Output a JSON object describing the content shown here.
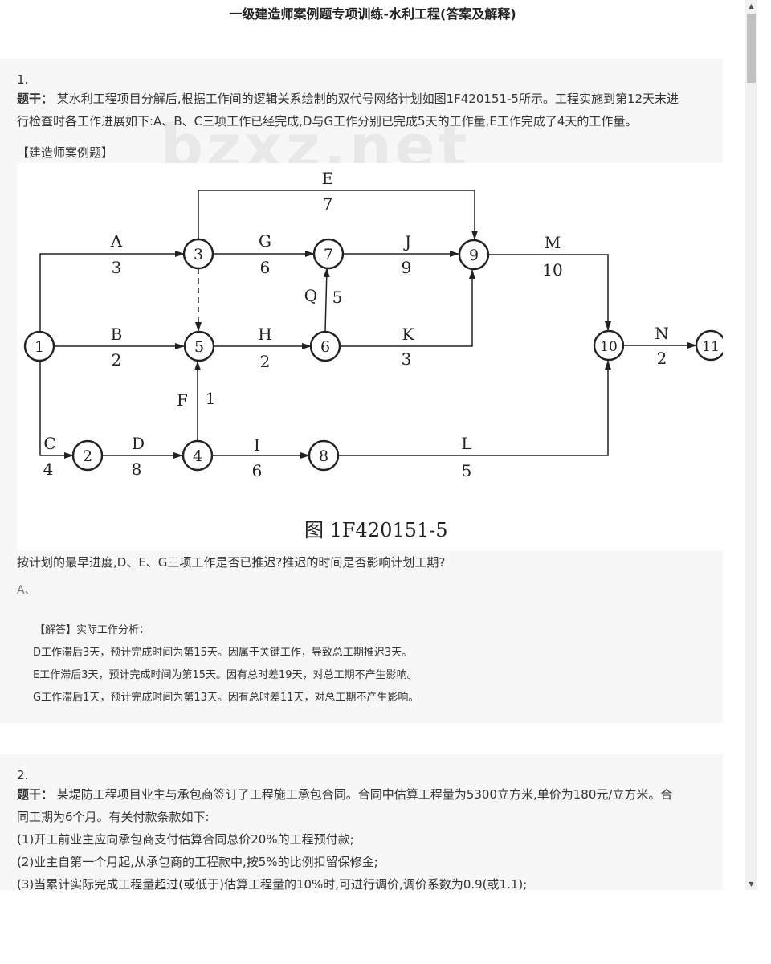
{
  "page": {
    "title": "一级建造师案例题专项训练-水利工程(答案及解释)",
    "watermark": "bzxz.net"
  },
  "q1": {
    "number": "1.",
    "stem_label": "题干：",
    "stem_line1": "某水利工程项目分解后,根据工作间的逻辑关系绘制的双代号网络计划如图1F420151-5所示。工程实施到第12天末进",
    "stem_line2": "行检查时各工作进展如下:A、B、C三项工作已经完成,D与G工作分别已完成5天的工作量,E工作完成了4天的工作量。",
    "source": "【建造师案例题】",
    "figure": {
      "caption": "图 1F420151-5",
      "nodes": [
        "1",
        "2",
        "3",
        "4",
        "5",
        "6",
        "7",
        "8",
        "9",
        "10",
        "11"
      ],
      "activities": [
        {
          "name": "A",
          "duration": "3"
        },
        {
          "name": "B",
          "duration": "2"
        },
        {
          "name": "C",
          "duration": "4"
        },
        {
          "name": "D",
          "duration": "8"
        },
        {
          "name": "E",
          "duration": "7"
        },
        {
          "name": "F",
          "duration": "1"
        },
        {
          "name": "G",
          "duration": "6"
        },
        {
          "name": "H",
          "duration": "2"
        },
        {
          "name": "I",
          "duration": "6"
        },
        {
          "name": "J",
          "duration": "9"
        },
        {
          "name": "K",
          "duration": "3"
        },
        {
          "name": "L",
          "duration": "5"
        },
        {
          "name": "M",
          "duration": "10"
        },
        {
          "name": "N",
          "duration": "2"
        },
        {
          "name": "Q",
          "duration": "5"
        }
      ]
    },
    "question": "按计划的最早进度,D、E、G三项工作是否已推迟?推迟的时间是否影响计划工期?",
    "option": "A、",
    "answer_lines": [
      "【解答】实际工作分析：",
      "D工作滞后3天，预计完成时间为第15天。因属于关键工作，导致总工期推迟3天。",
      "E工作滞后3天，预计完成时间为第15天。因有总时差19天，对总工期不产生影响。",
      "G工作滞后1天，预计完成时间为第13天。因有总时差11天，对总工期不产生影响。"
    ]
  },
  "q2": {
    "number": "2.",
    "stem_label": "题干：",
    "stem_line1": "某堤防工程项目业主与承包商签订了工程施工承包合同。合同中估算工程量为5300立方米,单价为180元/立方米。合",
    "stem_line2": "同工期为6个月。有关付款条款如下:",
    "item1": "(1)开工前业主应向承包商支付估算合同总价20%的工程预付款;",
    "item2": "(2)业主自第一个月起,从承包商的工程款中,按5%的比例扣留保修金;",
    "item3": "(3)当累计实际完成工程量超过(或低于)估算工程量的10%时,可进行调价,调价系数为0.9(或1.1);"
  },
  "scrollbar": {
    "up_icon": "▲",
    "down_icon": "▼"
  }
}
